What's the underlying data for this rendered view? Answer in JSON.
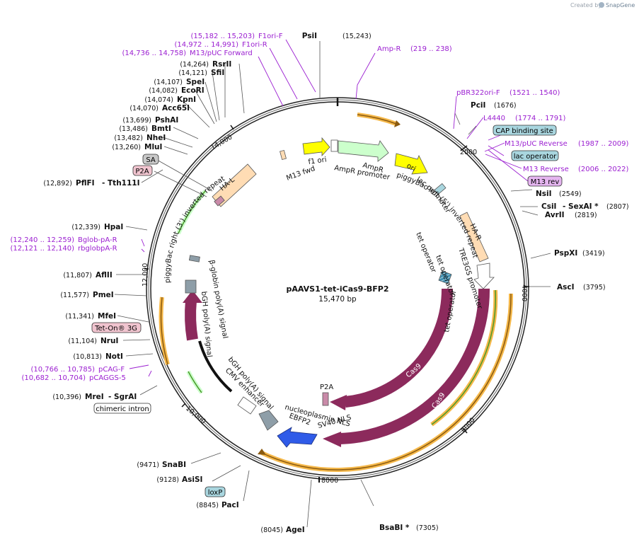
{
  "plasmid": {
    "name": "pAAVS1-tet-iCas9-BFP2",
    "length": 15470,
    "length_label": "15,470 bp"
  },
  "watermark": {
    "prefix": "Created by",
    "brand": "SnapGene"
  },
  "ticks": [
    "2000",
    "4000",
    "6000",
    "8000",
    "10,000",
    "12,000",
    "14,000"
  ],
  "enzymes": [
    {
      "name": "PsiI",
      "coord": "(15,243)"
    },
    {
      "name": "PciI",
      "coord": "(1676)"
    },
    {
      "name": "NsiI",
      "coord": "(2549)"
    },
    {
      "name": "CsiI",
      "coord": ""
    },
    {
      "name": "- SexAI *",
      "coord": "(2807)"
    },
    {
      "name": "AvrII",
      "coord": "(2819)"
    },
    {
      "name": "PspXI",
      "coord": "(3419)"
    },
    {
      "name": "AscI",
      "coord": "(3795)"
    },
    {
      "name": "BsaBI *",
      "coord": "(7305)"
    },
    {
      "name": "AgeI",
      "coord": "(8045)"
    },
    {
      "name": "PacI",
      "coord": "(8845)"
    },
    {
      "name": "AsiSI",
      "coord": "(9128)"
    },
    {
      "name": "SnaBI",
      "coord": "(9471)"
    },
    {
      "name": "MreI",
      "coord": "(10,396)"
    },
    {
      "name": "- SgrAI",
      "coord": ""
    },
    {
      "name": "NotI",
      "coord": "(10,813)"
    },
    {
      "name": "NruI",
      "coord": "(11,104)"
    },
    {
      "name": "MfeI",
      "coord": "(11,341)"
    },
    {
      "name": "PmeI",
      "coord": "(11,577)"
    },
    {
      "name": "AflII",
      "coord": "(11,807)"
    },
    {
      "name": "HpaI",
      "coord": "(12,339)"
    },
    {
      "name": "PflFI",
      "coord": "(12,892)"
    },
    {
      "name": "- Tth111I",
      "coord": ""
    },
    {
      "name": "MluI",
      "coord": "(13,260)"
    },
    {
      "name": "NheI",
      "coord": "(13,482)"
    },
    {
      "name": "BmtI",
      "coord": "(13,486)"
    },
    {
      "name": "PshAI",
      "coord": "(13,699)"
    },
    {
      "name": "Acc65I",
      "coord": "(14,070)"
    },
    {
      "name": "KpnI",
      "coord": "(14,074)"
    },
    {
      "name": "EcoRI",
      "coord": "(14,082)"
    },
    {
      "name": "SpeI",
      "coord": "(14,107)"
    },
    {
      "name": "SfiI",
      "coord": "(14,121)"
    },
    {
      "name": "RsrII",
      "coord": "(14,264)"
    }
  ],
  "primers": [
    {
      "name": "F1ori-F",
      "coord": "(15,182 .. 15,203)"
    },
    {
      "name": "F1ori-R",
      "coord": "(14,972 .. 14,991)"
    },
    {
      "name": "M13/pUC Forward",
      "coord": "(14,736 .. 14,758)"
    },
    {
      "name": "Amp-R",
      "coord": "(219 .. 238)"
    },
    {
      "name": "pBR322ori-F",
      "coord": "(1521 .. 1540)"
    },
    {
      "name": "L4440",
      "coord": "(1774 .. 1791)"
    },
    {
      "name": "M13/pUC Reverse",
      "coord": "(1987 .. 2009)"
    },
    {
      "name": "M13 Reverse",
      "coord": "(2006 .. 2022)"
    },
    {
      "name": "Bglob-pA-R",
      "coord": "(12,240 .. 12,259)"
    },
    {
      "name": "rbglobpA-R",
      "coord": "(12,121 .. 12,140)"
    },
    {
      "name": "pCAG-F",
      "coord": "(10,766 .. 10,785)"
    },
    {
      "name": "pCAGGS-5",
      "coord": "(10,682 .. 10,704)"
    }
  ],
  "boxed_features": [
    {
      "name": "CAP binding site",
      "color": "#a9d6df"
    },
    {
      "name": "lac operator",
      "color": "#a9d6df"
    },
    {
      "name": "M13 rev",
      "color": "#e5b5f0"
    },
    {
      "name": "SA",
      "color": "#c8c8c8"
    },
    {
      "name": "P2A",
      "color": "#f0c4cf"
    },
    {
      "name": "Tet-On® 3G",
      "color": "#f0c4cf"
    },
    {
      "name": "chimeric intron",
      "color": "#ffffff"
    },
    {
      "name": "loxP",
      "color": "#a9d6df"
    }
  ],
  "features": {
    "f1_ori": "f1 ori",
    "ampr_promoter": "AmpR promoter",
    "ampr": "AmpR",
    "ori": "ori",
    "m13_fwd": "M13 fwd",
    "lac_promoter": "lac promoter",
    "piggybac_left": "piggyBac left (5') inverted repeat",
    "piggybac_right": "piggyBac right (3') inverted repeat",
    "ha_l": "HA-L",
    "ha_r": "HA-R",
    "tre3gs": "TRE3GS promoter",
    "tet_op_1": "tet operator",
    "tet_op_2": "tet operator",
    "tet_op_3": "tet operator",
    "cas9_a": "Cas9",
    "cas9_b": "Cas9",
    "p2a": "P2A",
    "nucleoplasmin": "nucleoplasmin NLS",
    "sv40": "SV40 NLS",
    "ebfp2": "EBFP2",
    "cmv": "CMV enhancer",
    "bgh_1": "bGH poly(A) signal",
    "bgh_2": "bGH poly(A) signal",
    "bglobin": "β-globin poly(A) signal"
  },
  "colors": {
    "backbone": "#222222",
    "cas9": "#8c2a5c",
    "ebfp2": "#2f5be8",
    "yellow": "#ffff00",
    "green_arrow": "#ccffcc",
    "ha": "#ffdcb4",
    "orange_arc": "#f5b84a",
    "green_arc": "#4a9a2a",
    "primer": "#9b1fd1"
  }
}
